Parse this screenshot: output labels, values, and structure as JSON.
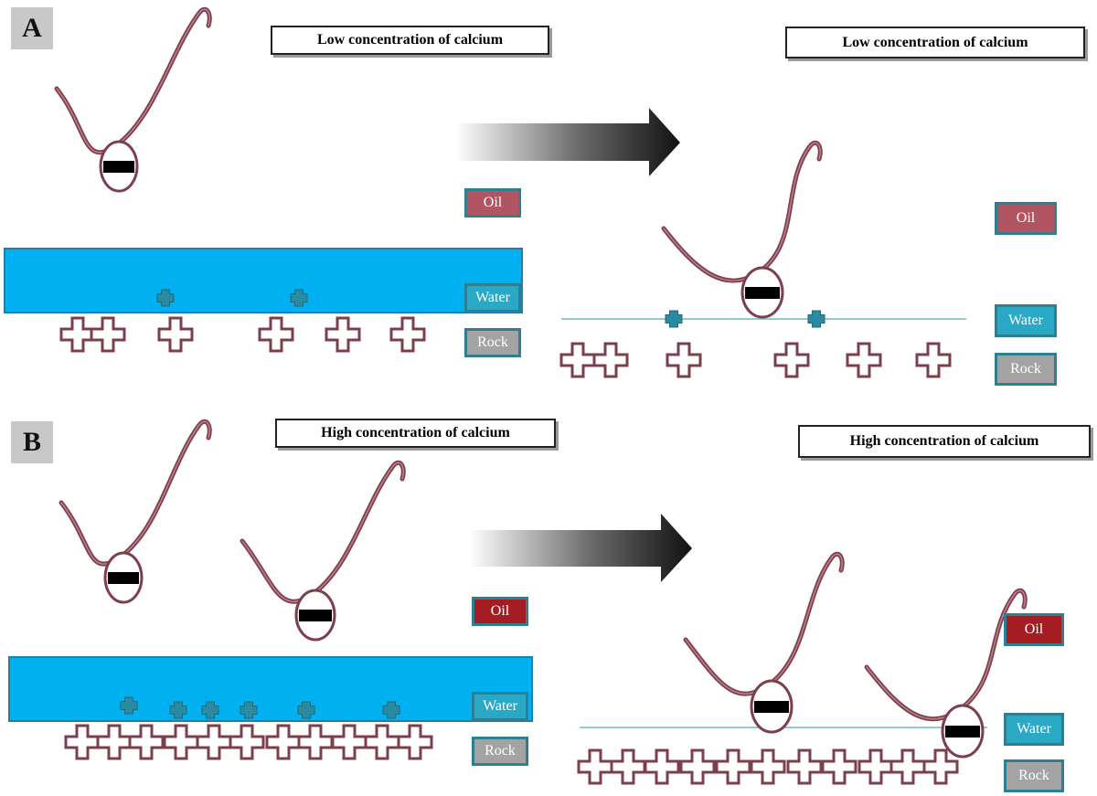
{
  "panels": [
    {
      "letter": "A",
      "before_title": "Low concentration of calcium",
      "after_title": "Low concentration of calcium",
      "legend_before": {
        "oil": "Oil",
        "water": "Water",
        "rock": "Rock"
      },
      "legend_after": {
        "oil": "Oil",
        "water": "Water",
        "rock": "Rock"
      }
    },
    {
      "letter": "B",
      "before_title": "High concentration of calcium",
      "after_title": "High concentration of calcium",
      "legend_before": {
        "oil": "Oil",
        "water": "Water",
        "rock": "Rock"
      },
      "legend_after": {
        "oil": "Oil",
        "water": "Water",
        "rock": "Rock"
      }
    }
  ],
  "colors": {
    "water_layer": "#00b0f0",
    "water_line": "#6fb9c6",
    "calcium_ion": "#2a8aa0",
    "rock_outline": "#7c3f4c",
    "oil_molecule": "#7c3f4c",
    "oil_head_band": "#000000",
    "oil_legend_a": "#b25563",
    "oil_legend_b": "#a51d22",
    "water_legend": "#2aa9c6",
    "rock_legend": "#a3a3a3"
  }
}
